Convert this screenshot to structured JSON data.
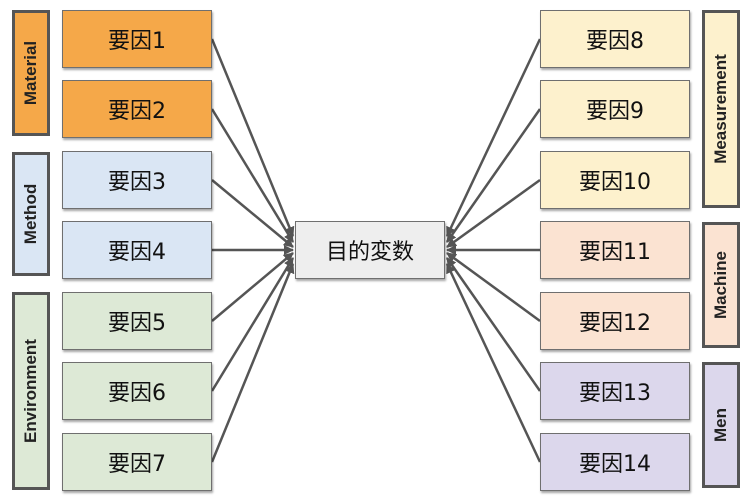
{
  "target": {
    "label": "目的変数",
    "color": "#eeeeee"
  },
  "categories": [
    {
      "key": "material",
      "label": "Material",
      "color": "#f5a849"
    },
    {
      "key": "method",
      "label": "Method",
      "color": "#dae6f4"
    },
    {
      "key": "environment",
      "label": "Environment",
      "color": "#dde9d6"
    },
    {
      "key": "measurement",
      "label": "Measurement",
      "color": "#fdf1cd"
    },
    {
      "key": "machine",
      "label": "Machine",
      "color": "#fbe3d2"
    },
    {
      "key": "men",
      "label": "Men",
      "color": "#dcd7ec"
    }
  ],
  "factors": [
    {
      "label": "要因1",
      "category": "material"
    },
    {
      "label": "要因2",
      "category": "material"
    },
    {
      "label": "要因3",
      "category": "method"
    },
    {
      "label": "要因4",
      "category": "method"
    },
    {
      "label": "要因5",
      "category": "environment"
    },
    {
      "label": "要因6",
      "category": "environment"
    },
    {
      "label": "要因7",
      "category": "environment"
    },
    {
      "label": "要因8",
      "category": "measurement"
    },
    {
      "label": "要因9",
      "category": "measurement"
    },
    {
      "label": "要因10",
      "category": "measurement"
    },
    {
      "label": "要因11",
      "category": "machine"
    },
    {
      "label": "要因12",
      "category": "machine"
    },
    {
      "label": "要因13",
      "category": "men"
    },
    {
      "label": "要因14",
      "category": "men"
    }
  ]
}
